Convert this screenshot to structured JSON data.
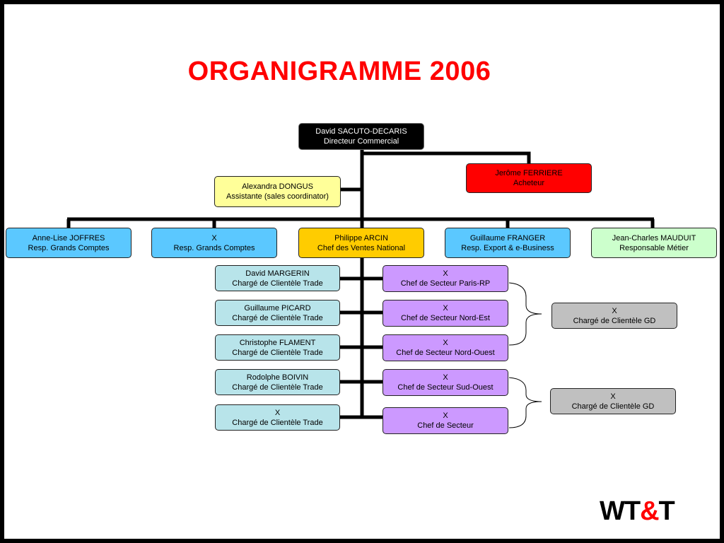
{
  "title": "ORGANIGRAMME 2006",
  "logo": {
    "part1": "WT",
    "amp": "&",
    "part2": "T"
  },
  "nodes": {
    "director": {
      "name": "David SACUTO-DECARIS",
      "role": "Directeur Commercial"
    },
    "buyer": {
      "name": "Jerôme FERRIERE",
      "role": "Acheteur"
    },
    "assistant": {
      "name": "Alexandra DONGUS",
      "role": "Assistante (sales coordinator)"
    },
    "manager1": {
      "name": "Anne-Lise JOFFRES",
      "role": "Resp. Grands Comptes"
    },
    "manager2": {
      "name": "X",
      "role": "Resp. Grands Comptes"
    },
    "manager3": {
      "name": "Philippe ARCIN",
      "role": "Chef des Ventes National"
    },
    "manager4": {
      "name": "Guillaume FRANGER",
      "role": "Resp. Export & e-Business"
    },
    "manager5": {
      "name": "Jean-Charles MAUDUIT",
      "role": "Responsable Métier"
    },
    "trade": [
      {
        "name": "David MARGERIN",
        "role": "Chargé de Clientèle Trade"
      },
      {
        "name": "Guillaume PICARD",
        "role": "Chargé de Clientèle Trade"
      },
      {
        "name": "Christophe FLAMENT",
        "role": "Chargé de Clientèle Trade"
      },
      {
        "name": "Rodolphe BOIVIN",
        "role": "Chargé de Clientèle Trade"
      },
      {
        "name": "X",
        "role": "Chargé de Clientèle Trade"
      }
    ],
    "sectors": [
      {
        "name": "X",
        "role": "Chef de Secteur Paris-RP"
      },
      {
        "name": "X",
        "role": "Chef de Secteur Nord-Est"
      },
      {
        "name": "X",
        "role": "Chef de Secteur Nord-Ouest"
      },
      {
        "name": "X",
        "role": "Chef de Secteur Sud-Ouest"
      },
      {
        "name": "X",
        "role": "Chef de Secteur"
      }
    ],
    "gd": [
      {
        "name": "X",
        "role": "Chargé de Clientèle GD"
      },
      {
        "name": "X",
        "role": "Chargé de Clientèle GD"
      }
    ]
  },
  "colors": {
    "title": "#ff0000",
    "manager": "#5bc8ff",
    "assistant": "#ffff99",
    "national": "#ffcc00",
    "metier": "#ccffcc",
    "buyer": "#ff0000",
    "director": "#000000",
    "trade": "#b8e4ea",
    "sector": "#cc99ff",
    "gd": "#c0c0c0"
  }
}
